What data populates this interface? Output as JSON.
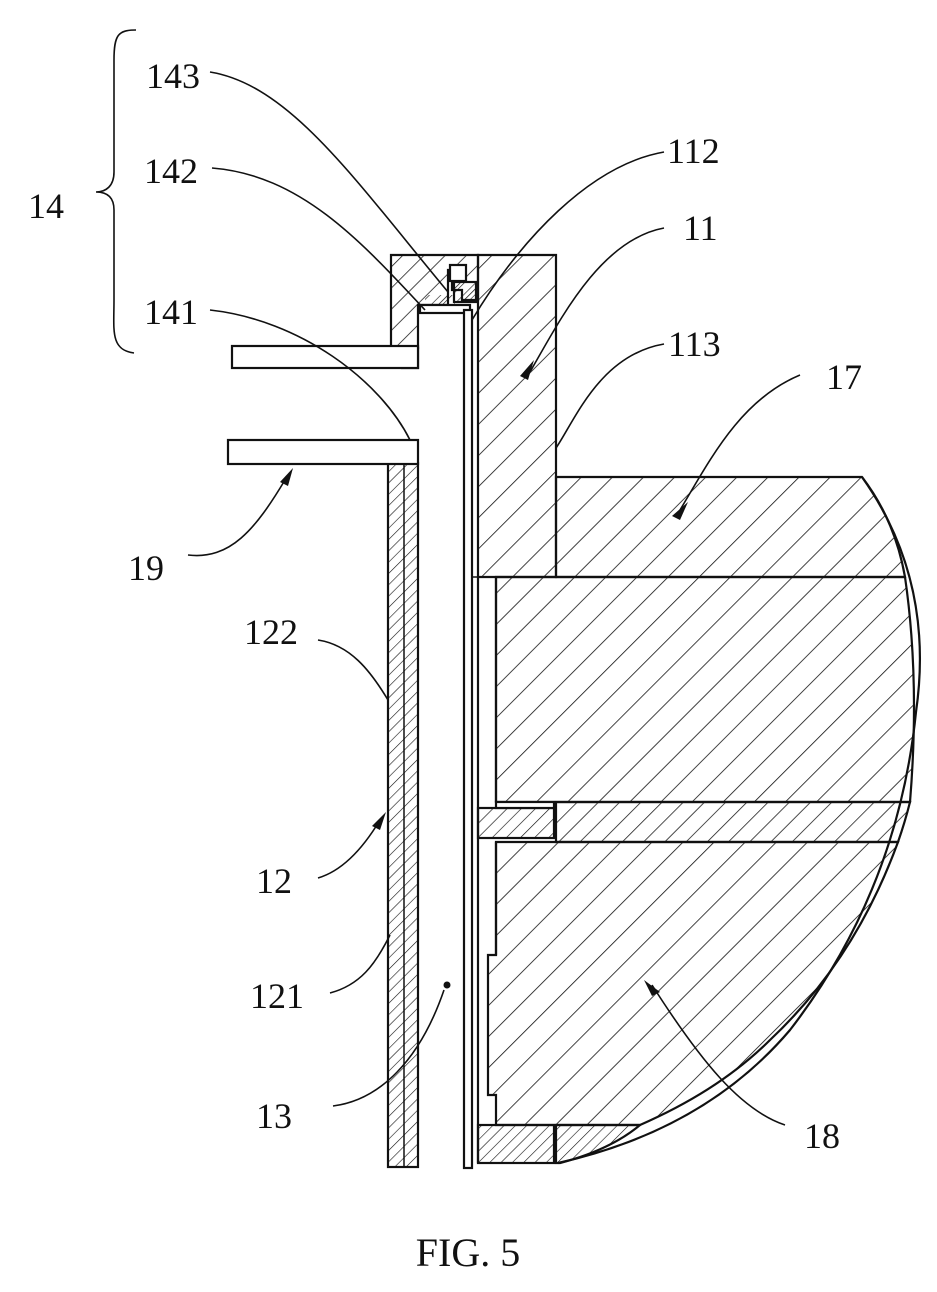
{
  "figure": {
    "caption": "FIG. 5",
    "labels": {
      "l14": "14",
      "l143": "143",
      "l142": "142",
      "l141": "141",
      "l112": "112",
      "l11": "11",
      "l113": "113",
      "l17": "17",
      "l19": "19",
      "l122": "122",
      "l12": "12",
      "l121": "121",
      "l13": "13",
      "l18": "18"
    }
  }
}
